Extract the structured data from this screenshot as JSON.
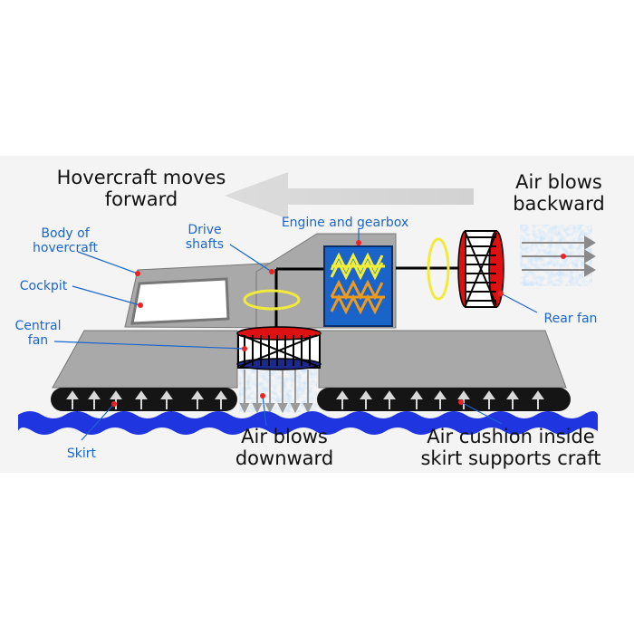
{
  "labels": {
    "moves_forward": {
      "line1": "Hovercraft moves",
      "line2": "forward"
    },
    "blows_backward": {
      "line1": "Air blows",
      "line2": "backward"
    },
    "body": {
      "line1": "Body of",
      "line2": "hovercraft"
    },
    "drive_shafts": {
      "line1": "Drive",
      "line2": "shafts"
    },
    "engine": "Engine and gearbox",
    "cockpit": "Cockpit",
    "central_fan": {
      "line1": "Central",
      "line2": "fan"
    },
    "rear_fan": "Rear fan",
    "skirt": "Skirt",
    "blows_downward": {
      "line1": "Air blows",
      "line2": "downward"
    },
    "cushion": {
      "line1": "Air cushion inside",
      "line2": "skirt supports craft"
    }
  },
  "colors": {
    "label_blue": "#1a66cc",
    "body_grey": "#a9a9a9",
    "water_blue": "#1f35e0",
    "engine_blue": "#1a63c8",
    "fan_red": "#dd1111",
    "ring_yellow": "#f2ea3a",
    "pointer_red": "#ee2222"
  }
}
